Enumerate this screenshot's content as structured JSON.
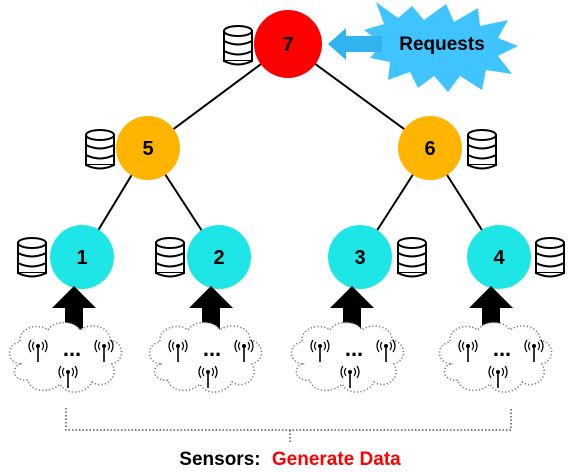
{
  "colors": {
    "root": "#ff0000",
    "aggregator": "#ffb400",
    "leaf": "#1ee6e6",
    "arrow_request": "#2fb4f0",
    "burst": "#3fc4ff",
    "highlight": "#ff0000"
  },
  "nodes": {
    "n7": "7",
    "n5": "5",
    "n6": "6",
    "n1": "1",
    "n2": "2",
    "n3": "3",
    "n4": "4"
  },
  "requests_label": "Requests",
  "sensor_dots": "...",
  "caption": {
    "prefix": "Sensors:",
    "highlight": "Generate Data"
  },
  "icons": [
    "database-icon",
    "cloud-icon",
    "sensor-antenna-icon",
    "up-arrow-icon",
    "burst-icon"
  ]
}
